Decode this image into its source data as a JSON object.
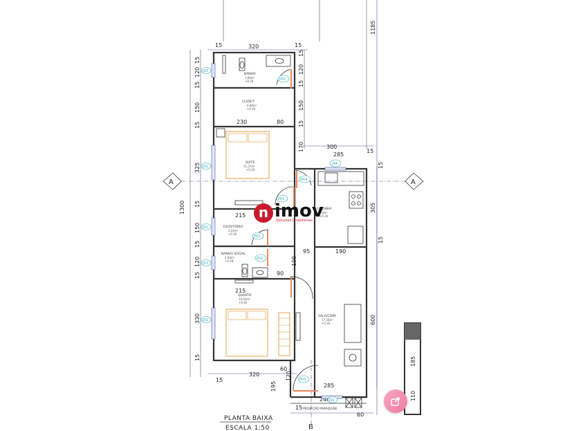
{
  "dimensions": {
    "top_width": "320",
    "top_left_margin": "15",
    "top_right_margin": "15",
    "right_top_1185": "1185",
    "bath_h": "120",
    "closet_h": "150",
    "w230": "230",
    "w80": "80",
    "w170": "170",
    "w300": "300",
    "w285_top": "285",
    "w15_a": "15",
    "suite_h": "325",
    "total_h": "1300",
    "w305": "305",
    "w215_a": "215",
    "office_h": "150",
    "w95": "95",
    "w190": "190",
    "w100": "100",
    "bath2_h": "120",
    "w90": "90",
    "w215_b": "215",
    "room_h": "330",
    "w600": "600",
    "w60_a": "60",
    "bottom_width": "320",
    "w195": "195",
    "w120": "120",
    "w285_bottom": "285",
    "w240": "240",
    "w60_b": "60",
    "w185": "185",
    "w110": "110",
    "m15": "15"
  },
  "rooms": {
    "banho": {
      "name": "BANHO",
      "area": "3,84m²",
      "level": "+0.28"
    },
    "closet": {
      "name": "CLOSET",
      "area": "4,80m²",
      "level": "+0.30"
    },
    "suite": {
      "name": "SUITE",
      "area": "11,37m²",
      "level": "+0.30"
    },
    "cozinha": {
      "name": "COZINHA",
      "area": "9,9m²",
      "level": "+0.30"
    },
    "escritorio": {
      "name": "ESCRITÓRIO",
      "area": "3,22m²",
      "level": "+0.30"
    },
    "banho_social": {
      "name": "BANHO SOCIAL",
      "area": "2,64m²",
      "level": "+0.28"
    },
    "quarto": {
      "name": "QUARTO",
      "area": "10,04m²",
      "level": "+0.30"
    },
    "sala_copa": {
      "name": "SALA/COPA",
      "area": "17,10m²",
      "level": "+0.30"
    }
  },
  "tags": {
    "j03_a": "J03",
    "p02_a": "P02",
    "j02_a": "J02",
    "j04": "J04",
    "p04": "P04",
    "p01_a": "P01",
    "j02_b": "J02",
    "p01_b": "P01",
    "p02_b": "P02",
    "j03_b": "J03",
    "j02_c": "J02",
    "p03": "P03",
    "j01": "J01"
  },
  "axis": {
    "left": "A",
    "right": "A",
    "bottom": "B"
  },
  "labels": {
    "marquise": "PROJEÇÃO MARQUISE",
    "title": "PLANTA BAIXA",
    "scale": "ESCALA 1:50"
  },
  "logo": {
    "letter": "n",
    "name": "imov",
    "subtitle": "Soluções Imobiliárias"
  },
  "colors": {
    "brand": "#c81a2c",
    "door": "#e8885a",
    "dims": "#5a4f8a",
    "tag": "#2aa7b8"
  }
}
